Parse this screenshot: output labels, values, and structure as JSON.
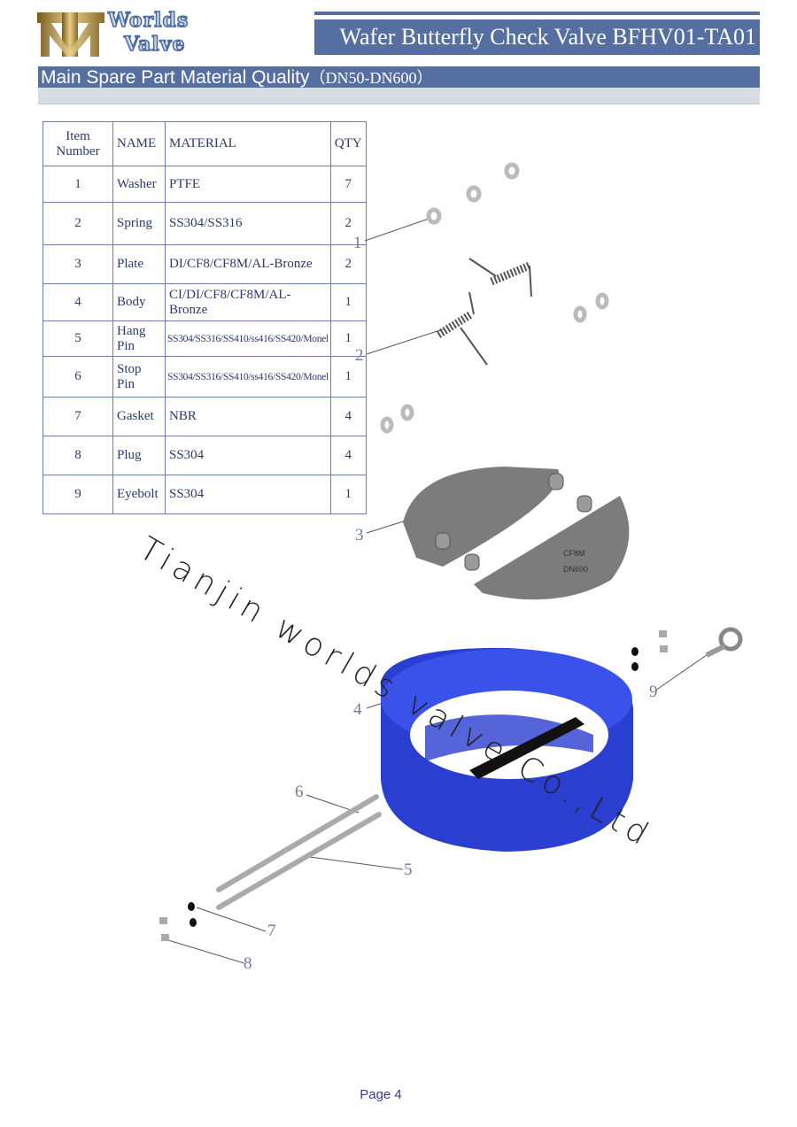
{
  "header": {
    "logo_text": [
      "Worlds",
      "Valve"
    ],
    "title": "Wafer Butterfly Check Valve BFHV01-TA01"
  },
  "section": {
    "title": "Main Spare Part Material Quality",
    "range": "（DN50-DN600）"
  },
  "parts_table": {
    "headers": [
      "Item Number",
      "NAME",
      "MATERIAL",
      "QTY"
    ],
    "rows": [
      [
        "1",
        "Washer",
        "PTFE",
        "7"
      ],
      [
        "2",
        "Spring",
        "SS304/SS316",
        "2"
      ],
      [
        "3",
        "Plate",
        "DI/CF8/CF8M/AL-Bronze",
        "2"
      ],
      [
        "4",
        "Body",
        "CI/DI/CF8/CF8M/AL-Bronze",
        "1"
      ],
      [
        "5",
        "Hang Pin",
        "SS304/SS316/SS410/ss416/SS420/Monel",
        "1"
      ],
      [
        "6",
        "Stop Pin",
        "SS304/SS316/SS410/ss416/SS420/Monel",
        "1"
      ],
      [
        "7",
        "Gasket",
        "NBR",
        "4"
      ],
      [
        "8",
        "Plug",
        "SS304",
        "4"
      ],
      [
        "9",
        "Eyebolt",
        "SS304",
        "1"
      ]
    ]
  },
  "diagram": {
    "callouts": [
      "1",
      "2",
      "3",
      "4",
      "5",
      "6",
      "7",
      "8",
      "9"
    ],
    "plate_marking": [
      "CF8M",
      "DN600"
    ],
    "colors": {
      "body": "#2a3fd0",
      "plate": "#7c7c7c",
      "pin": "#b8b8b8"
    }
  },
  "watermark": "Tianjin worlds valve Co.,Ltd",
  "footer": {
    "page": "Page 4"
  }
}
